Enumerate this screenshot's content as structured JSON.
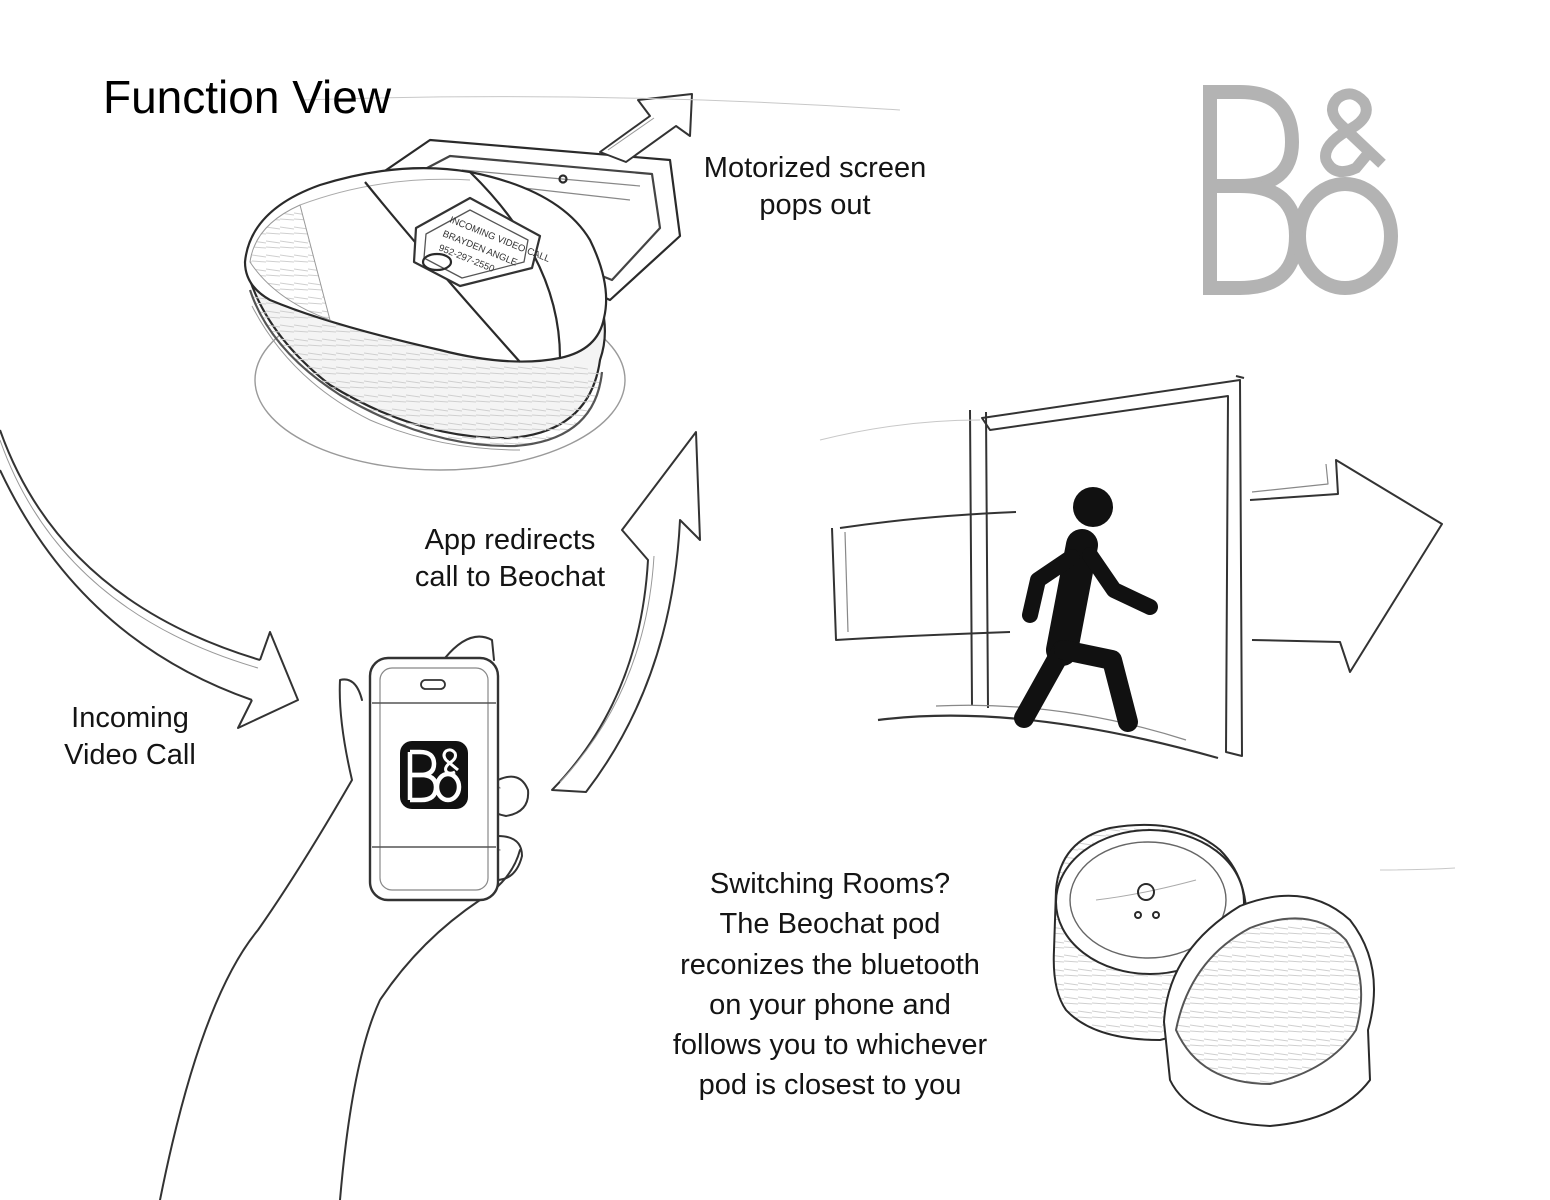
{
  "title": "Function View",
  "labels": {
    "screen_popout": [
      "Motorized screen",
      "pops out"
    ],
    "app_redirect": [
      "App redirects",
      "call to Beochat"
    ],
    "incoming_call": [
      "Incoming",
      "Video Call"
    ],
    "switching_rooms": [
      "Switching Rooms?",
      "The Beochat pod",
      "reconizes the bluetooth",
      "on your phone and",
      "follows you to whichever",
      "pod is closest to you"
    ]
  },
  "device_screen_text": [
    "INCOMING VIDEO CALL",
    "BRAYDEN ANGLE",
    "952-297-2550"
  ],
  "colors": {
    "logo_grey": "#b3b3b3",
    "ink": "#2a2a2a",
    "app_icon_bg": "#111111"
  },
  "icons": [
    "bo-logo",
    "bo-app-icon",
    "walking-person-icon",
    "curved-arrow"
  ]
}
